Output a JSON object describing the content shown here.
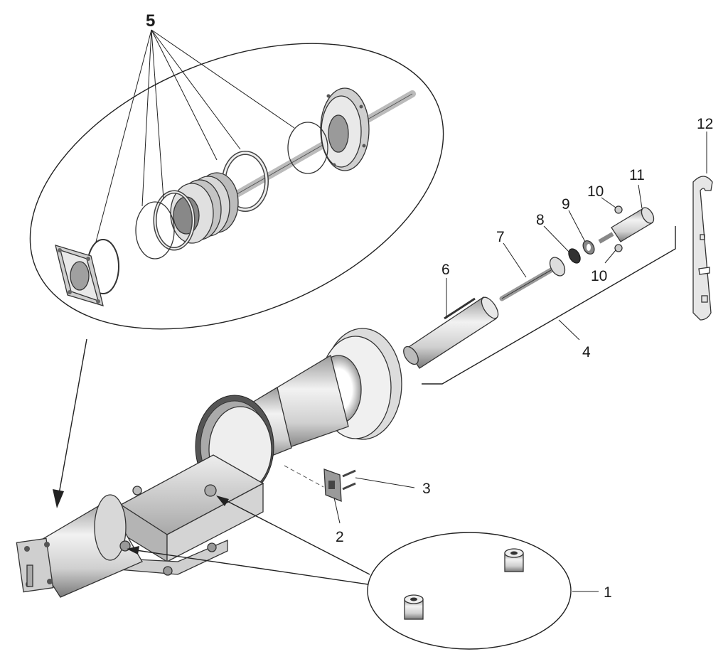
{
  "labels": {
    "l1": "1",
    "l2": "2",
    "l3": "3",
    "l4": "4",
    "l5": "5",
    "l6": "6",
    "l7": "7",
    "l8": "8",
    "l9": "9",
    "l10a": "10",
    "l10b": "10",
    "l11": "11",
    "l12": "12"
  },
  "colors": {
    "part_light": "#e6e6e6",
    "part_mid": "#c8c8c8",
    "part_dark": "#8a8a8a",
    "line": "#222222"
  }
}
